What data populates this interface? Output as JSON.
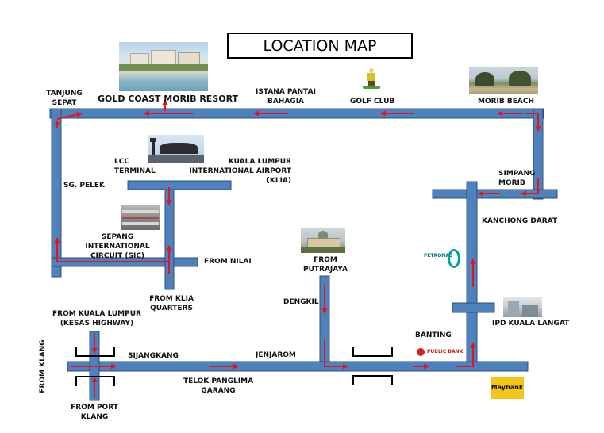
{
  "title": "LOCATION MAP",
  "labels": {
    "tanjung_sepat": "TANJUNG SEPAT",
    "resort": "GOLD COAST MORIB RESORT",
    "istana": "ISTANA PANTAI BAHAGIA",
    "golf_club": "GOLF CLUB",
    "morib_beach": "MORIB BEACH",
    "lcc_terminal": "LCC TERMINAL",
    "klia": "KUALA LUMPUR INTERNATIONAL AIRPORT (KLIA)",
    "sg_pelek": "SG. PELEK",
    "simpang_morib": "SIMPANG MORIB",
    "kanchong_darat": "KANCHONG DARAT",
    "sepang_circuit": "SEPANG INTERNATIONAL CIRCUIT (SIC)",
    "from_nilai": "FROM NILAI",
    "from_putrajaya": "FROM PUTRAJAYA",
    "from_klia_quarters": "FROM KLIA QUARTERS",
    "dengkil": "DENGKIL",
    "ipd_kuala_langat": "IPD KUALA LANGAT",
    "from_kuala_lumpur": "FROM KUALA LUMPUR (KESAS HIGHWAY)",
    "banting": "BANTING",
    "from_klang": "FROM KLANG",
    "sijangkang": "SIJANGKANG",
    "jenjarom": "JENJAROM",
    "telok_panglima_garang": "TELOK PANGLIMA GARANG",
    "from_port_klang": "FROM PORT KLANG"
  },
  "landmarks": {
    "petronas": "PETRONAS",
    "public_bank": "PUBLIC BANK",
    "maybank": "Maybank"
  },
  "colors": {
    "road_fill": "#4f81bd",
    "road_border": "#2f4f78",
    "arrow": "#e8121b",
    "maybank_yellow": "#f5c518",
    "petronas_green": "#00a19c"
  }
}
